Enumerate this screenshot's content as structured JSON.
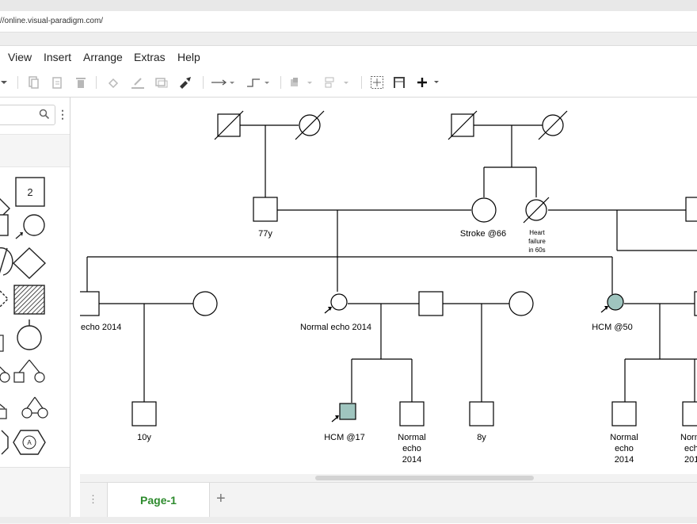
{
  "browser": {
    "url": "//online.visual-paradigm.com/"
  },
  "menu": {
    "items": [
      "View",
      "Insert",
      "Arrange",
      "Extras",
      "Help"
    ]
  },
  "sidebar": {
    "shape_labels": [
      "2",
      "A"
    ]
  },
  "diagram": {
    "labels": {
      "gf_paternal": "77y",
      "gm_stroke": "Stroke @66",
      "heart_failure_1": "Heart",
      "heart_failure_2": "failure",
      "heart_failure_3": "in 60s",
      "left_echo": "echo 2014",
      "mid_female": "Normal echo 2014",
      "right_female": "HCM @50",
      "child_10y": "10y",
      "child_hcm": "HCM @17",
      "child_normal_1": "Normal",
      "child_normal_2": "echo",
      "child_normal_3": "2014",
      "child_8y": "8y",
      "child_r1_1": "Normal",
      "child_r1_2": "echo",
      "child_r1_3": "2014",
      "child_r2_1": "Norm",
      "child_r2_2": "ech",
      "child_r2_3": "201"
    },
    "colors": {
      "affected_fill": "#9fc5bf",
      "line": "#000000"
    }
  },
  "tabs": {
    "page_label": "Page-1",
    "add_label": "+",
    "menu_label": "⋮"
  }
}
